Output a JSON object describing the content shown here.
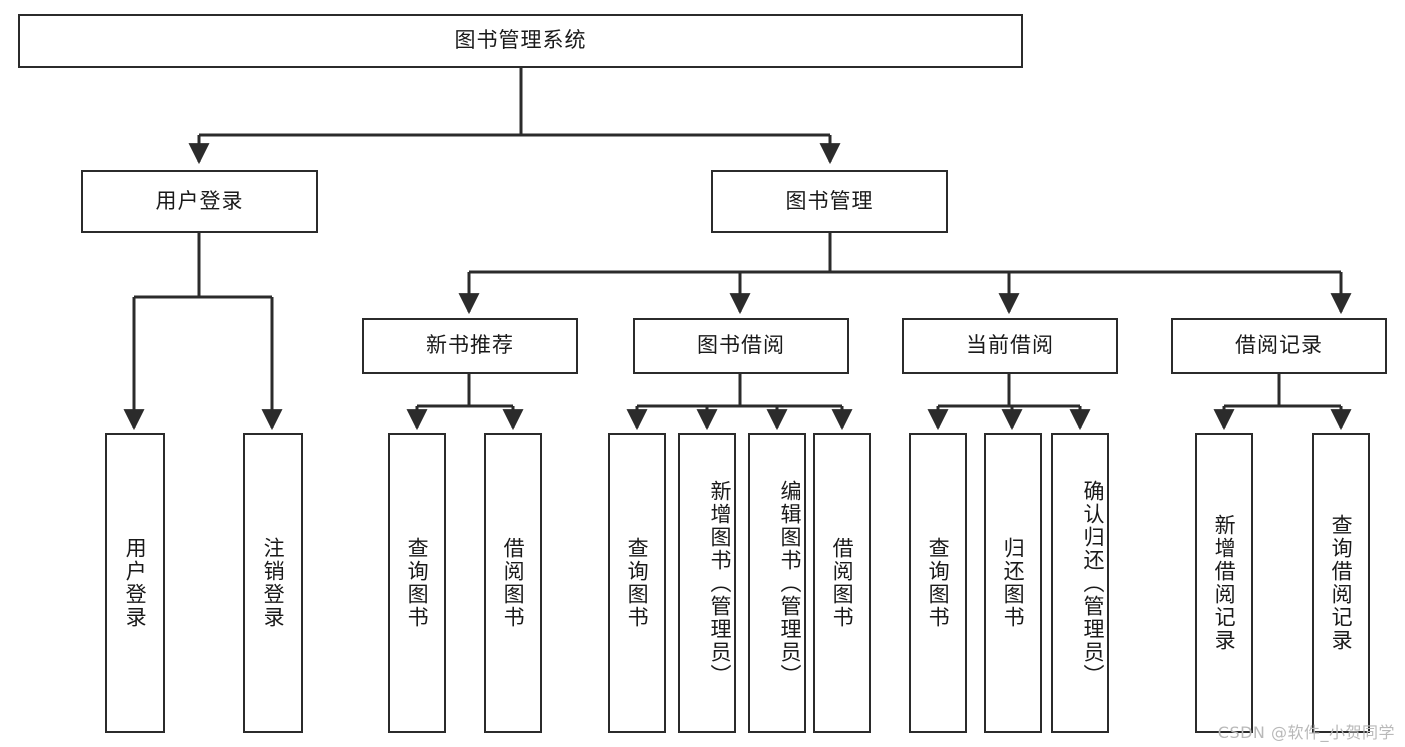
{
  "diagram": {
    "title": "图书管理系统",
    "type": "tree-hierarchy-diagram",
    "colors": {
      "stroke": "#2b2b2b",
      "fill": "#ffffff",
      "text": "#1a1a1a",
      "watermark": "#b9b9b9"
    },
    "nodes": {
      "root": {
        "label": "图书管理系统"
      },
      "level2": [
        {
          "id": "user-login",
          "label": "用户登录"
        },
        {
          "id": "book-management",
          "label": "图书管理"
        }
      ],
      "level3": [
        {
          "id": "new-book-recommend",
          "label": "新书推荐"
        },
        {
          "id": "book-borrow",
          "label": "图书借阅"
        },
        {
          "id": "current-borrow",
          "label": "当前借阅"
        },
        {
          "id": "borrow-record",
          "label": "借阅记录"
        }
      ],
      "leaves": [
        {
          "id": "leaf-user-login",
          "label": "用户登录",
          "parent": "user-login"
        },
        {
          "id": "leaf-logout",
          "label": "注销登录",
          "parent": "user-login"
        },
        {
          "id": "leaf-query-book-1",
          "label": "查询图书",
          "parent": "new-book-recommend"
        },
        {
          "id": "leaf-borrow-book-1",
          "label": "借阅图书",
          "parent": "new-book-recommend"
        },
        {
          "id": "leaf-query-book-2",
          "label": "查询图书",
          "parent": "book-borrow"
        },
        {
          "id": "leaf-add-book",
          "label": "新增图书（管理员）",
          "parent": "book-borrow"
        },
        {
          "id": "leaf-edit-book",
          "label": "编辑图书（管理员）",
          "parent": "book-borrow"
        },
        {
          "id": "leaf-borrow-book-2",
          "label": "借阅图书",
          "parent": "book-borrow"
        },
        {
          "id": "leaf-query-book-3",
          "label": "查询图书",
          "parent": "current-borrow"
        },
        {
          "id": "leaf-return-book",
          "label": "归还图书",
          "parent": "current-borrow"
        },
        {
          "id": "leaf-confirm-return",
          "label": "确认归还（管理员）",
          "parent": "current-borrow"
        },
        {
          "id": "leaf-add-record",
          "label": "新增借阅记录",
          "parent": "borrow-record"
        },
        {
          "id": "leaf-query-record",
          "label": "查询借阅记录",
          "parent": "borrow-record"
        }
      ]
    },
    "watermark": "CSDN @软件_小贺同学"
  }
}
